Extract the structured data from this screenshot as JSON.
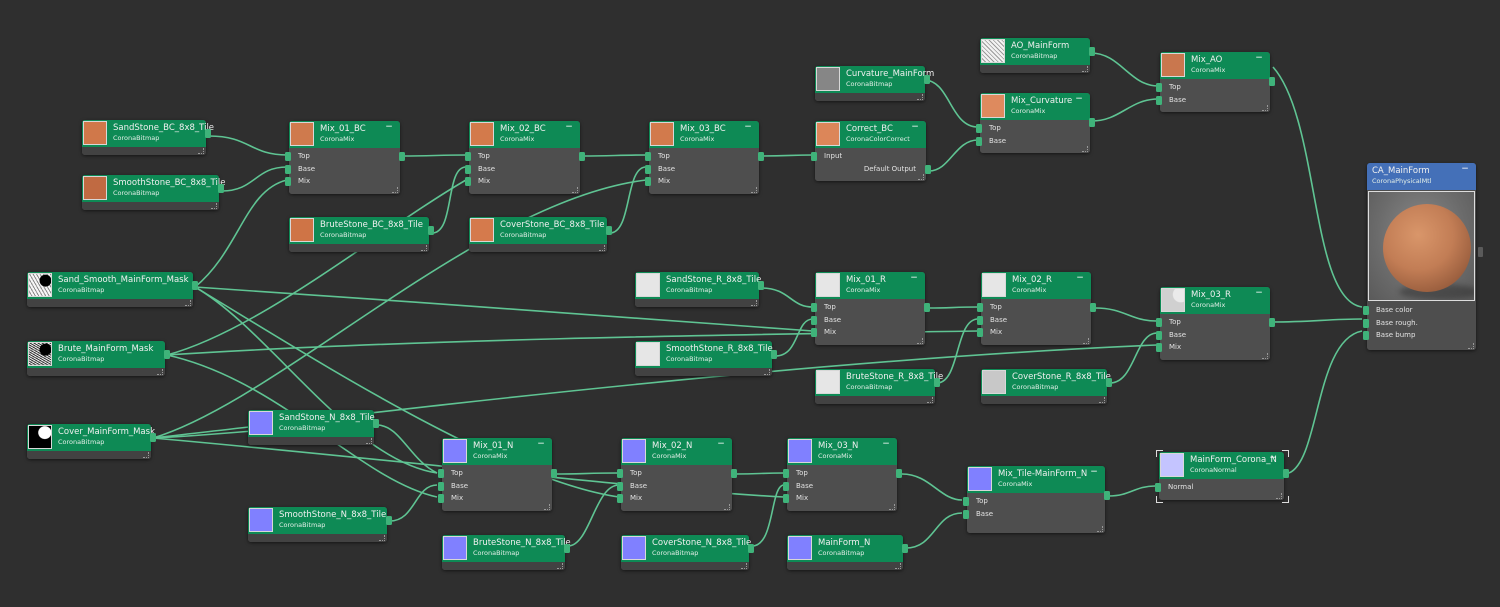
{
  "editor": {
    "name": "Material node editor",
    "colors": {
      "background": "#2f2f2f",
      "node_header": "#0e8a55",
      "material_header": "#4470b8",
      "node_body": "#4e4e4e",
      "wire": "#5fc493",
      "port": "#3fb37a"
    }
  },
  "nodes": {
    "sandstone_bc": {
      "title": "SandStone_BC_8x8_Tile",
      "type": "CoronaBitmap",
      "swatch": "#d0784a"
    },
    "smoothstone_bc": {
      "title": "SmoothStone_BC_8x8_Tile",
      "type": "CoronaBitmap",
      "swatch": "#c06a42"
    },
    "brutestone_bc": {
      "title": "BruteStone_BC_8x8_Tile",
      "type": "CoronaBitmap",
      "swatch": "#cf7446"
    },
    "coverstone_bc": {
      "title": "CoverStone_BC_8x8_Tile",
      "type": "CoronaBitmap",
      "swatch": "#d57a4c"
    },
    "mix_01_bc": {
      "title": "Mix_01_BC",
      "type": "CoronaMix",
      "swatch": "#cf7a4d",
      "inputs": [
        "Top",
        "Base",
        "Mix"
      ]
    },
    "mix_02_bc": {
      "title": "Mix_02_BC",
      "type": "CoronaMix",
      "swatch": "#d37a4b",
      "inputs": [
        "Top",
        "Base",
        "Mix"
      ]
    },
    "mix_03_bc": {
      "title": "Mix_03_BC",
      "type": "CoronaMix",
      "swatch": "#d27a4c",
      "inputs": [
        "Top",
        "Base",
        "Mix"
      ]
    },
    "correct_bc": {
      "title": "Correct_BC",
      "type": "CoronaColorCorrect",
      "swatch": "#dc8659",
      "inputs": [
        "Input"
      ],
      "outputs": [
        "Default Output"
      ]
    },
    "curvature": {
      "title": "Curvature_MainForm",
      "type": "CoronaBitmap",
      "swatch": "#868686"
    },
    "ao": {
      "title": "AO_MainForm",
      "type": "CoronaBitmap",
      "swatch": "#dcdcdc"
    },
    "mix_curvature": {
      "title": "Mix_Curvature",
      "type": "CoronaMix",
      "swatch": "#de8a5e",
      "inputs": [
        "Top",
        "Base"
      ]
    },
    "mix_ao": {
      "title": "Mix_AO",
      "type": "CoronaMix",
      "swatch": "#c9774e",
      "inputs": [
        "Top",
        "Base"
      ]
    },
    "sand_smooth_mask": {
      "title": "Sand_Smooth_MainForm_Mask",
      "type": "CoronaBitmap",
      "swatch": "#e4e4e4"
    },
    "brute_mask": {
      "title": "Brute_MainForm_Mask",
      "type": "CoronaBitmap",
      "swatch": "#bdbdbd"
    },
    "cover_mask": {
      "title": "Cover_MainForm_Mask",
      "type": "CoronaBitmap",
      "swatch": "#000000"
    },
    "sandstone_r": {
      "title": "SandStone_R_8x8_Tile",
      "type": "CoronaBitmap",
      "swatch": "#e6e6e6"
    },
    "smoothstone_r": {
      "title": "SmoothStone_R_8x8_Tile",
      "type": "CoronaBitmap",
      "swatch": "#e6e6e6"
    },
    "brutestone_r": {
      "title": "BruteStone_R_8x8_Tile",
      "type": "CoronaBitmap",
      "swatch": "#e6e6e6"
    },
    "coverstone_r": {
      "title": "CoverStone_R_8x8_Tile",
      "type": "CoronaBitmap",
      "swatch": "#c8c8c8"
    },
    "mix_01_r": {
      "title": "Mix_01_R",
      "type": "CoronaMix",
      "swatch": "#e6e6e6",
      "inputs": [
        "Top",
        "Base",
        "Mix"
      ]
    },
    "mix_02_r": {
      "title": "Mix_02_R",
      "type": "CoronaMix",
      "swatch": "#e6e6e6",
      "inputs": [
        "Top",
        "Base",
        "Mix"
      ]
    },
    "mix_03_r": {
      "title": "Mix_03_R",
      "type": "CoronaMix",
      "swatch": "#d6d6d6",
      "inputs": [
        "Top",
        "Base",
        "Mix"
      ]
    },
    "sandstone_n": {
      "title": "SandStone_N_8x8_Tile",
      "type": "CoronaBitmap",
      "swatch": "#8080ff"
    },
    "smoothstone_n": {
      "title": "SmoothStone_N_8x8_Tile",
      "type": "CoronaBitmap",
      "swatch": "#8080ff"
    },
    "brutestone_n": {
      "title": "BruteStone_N_8x8_Tile",
      "type": "CoronaBitmap",
      "swatch": "#8080ff"
    },
    "coverstone_n": {
      "title": "CoverStone_N_8x8_Tile",
      "type": "CoronaBitmap",
      "swatch": "#8080ff"
    },
    "mainform_n": {
      "title": "MainForm_N",
      "type": "CoronaBitmap",
      "swatch": "#8080ff"
    },
    "mix_01_n": {
      "title": "Mix_01_N",
      "type": "CoronaMix",
      "swatch": "#8080ff",
      "inputs": [
        "Top",
        "Base",
        "Mix"
      ]
    },
    "mix_02_n": {
      "title": "Mix_02_N",
      "type": "CoronaMix",
      "swatch": "#8080ff",
      "inputs": [
        "Top",
        "Base",
        "Mix"
      ]
    },
    "mix_03_n": {
      "title": "Mix_03_N",
      "type": "CoronaMix",
      "swatch": "#8080ff",
      "inputs": [
        "Top",
        "Base",
        "Mix"
      ]
    },
    "mix_tile_mainform_n": {
      "title": "Mix_Tile-MainForm_N",
      "type": "CoronaMix",
      "swatch": "#8080ff",
      "inputs": [
        "Top",
        "Base"
      ]
    },
    "mainform_corona_n": {
      "title": "MainForm_Corona_N",
      "type": "CoronaNormal",
      "swatch": "#c4c4ff",
      "inputs": [
        "Normal"
      ]
    },
    "ca_mainform": {
      "title": "CA_MainForm",
      "type": "CoronaPhysicalMtl",
      "inputs": [
        "Base color",
        "Base rough.",
        "Base bump"
      ]
    }
  },
  "icons": {
    "collapse": "−"
  }
}
